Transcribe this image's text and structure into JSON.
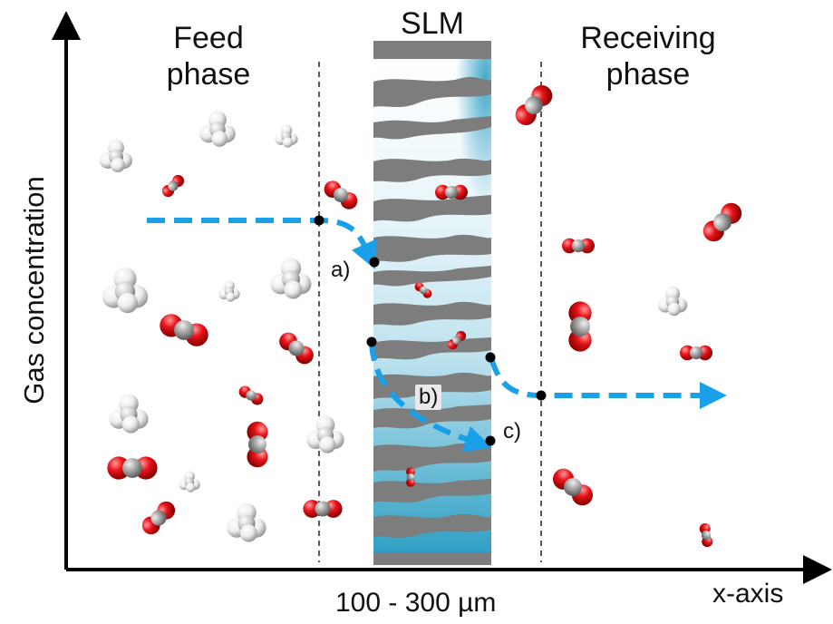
{
  "labels": {
    "feed_line1": "Feed",
    "feed_line2": "phase",
    "slm": "SLM",
    "receiving_line1": "Receiving",
    "receiving_line2": "phase",
    "y_axis": "Gas concentration",
    "x_axis": "x-axis",
    "thickness": "100 - 300 µm",
    "step_a": "a)",
    "step_b": "b)",
    "step_c": "c)"
  },
  "colors": {
    "arrow": "#1aa0e8",
    "oxygen": "#e8141a",
    "carbon": "#a8a8a8",
    "hydrogen": "#f2f2f2",
    "membrane_gray": "#7d7d7d",
    "membrane_blue": "#3aa6c8"
  },
  "molecules": {
    "feed_phase": [
      "methane",
      "methane",
      "methane",
      "co2",
      "methane",
      "methane",
      "co2",
      "methane",
      "co2",
      "co2",
      "methane",
      "co2",
      "methane",
      "co2",
      "co2",
      "methane",
      "co2",
      "methane",
      "co2"
    ],
    "membrane": [
      "co2",
      "co2",
      "co2",
      "co2"
    ],
    "receiving_phase": [
      "co2",
      "co2",
      "co2",
      "methane",
      "co2",
      "co2",
      "co2",
      "co2"
    ]
  }
}
